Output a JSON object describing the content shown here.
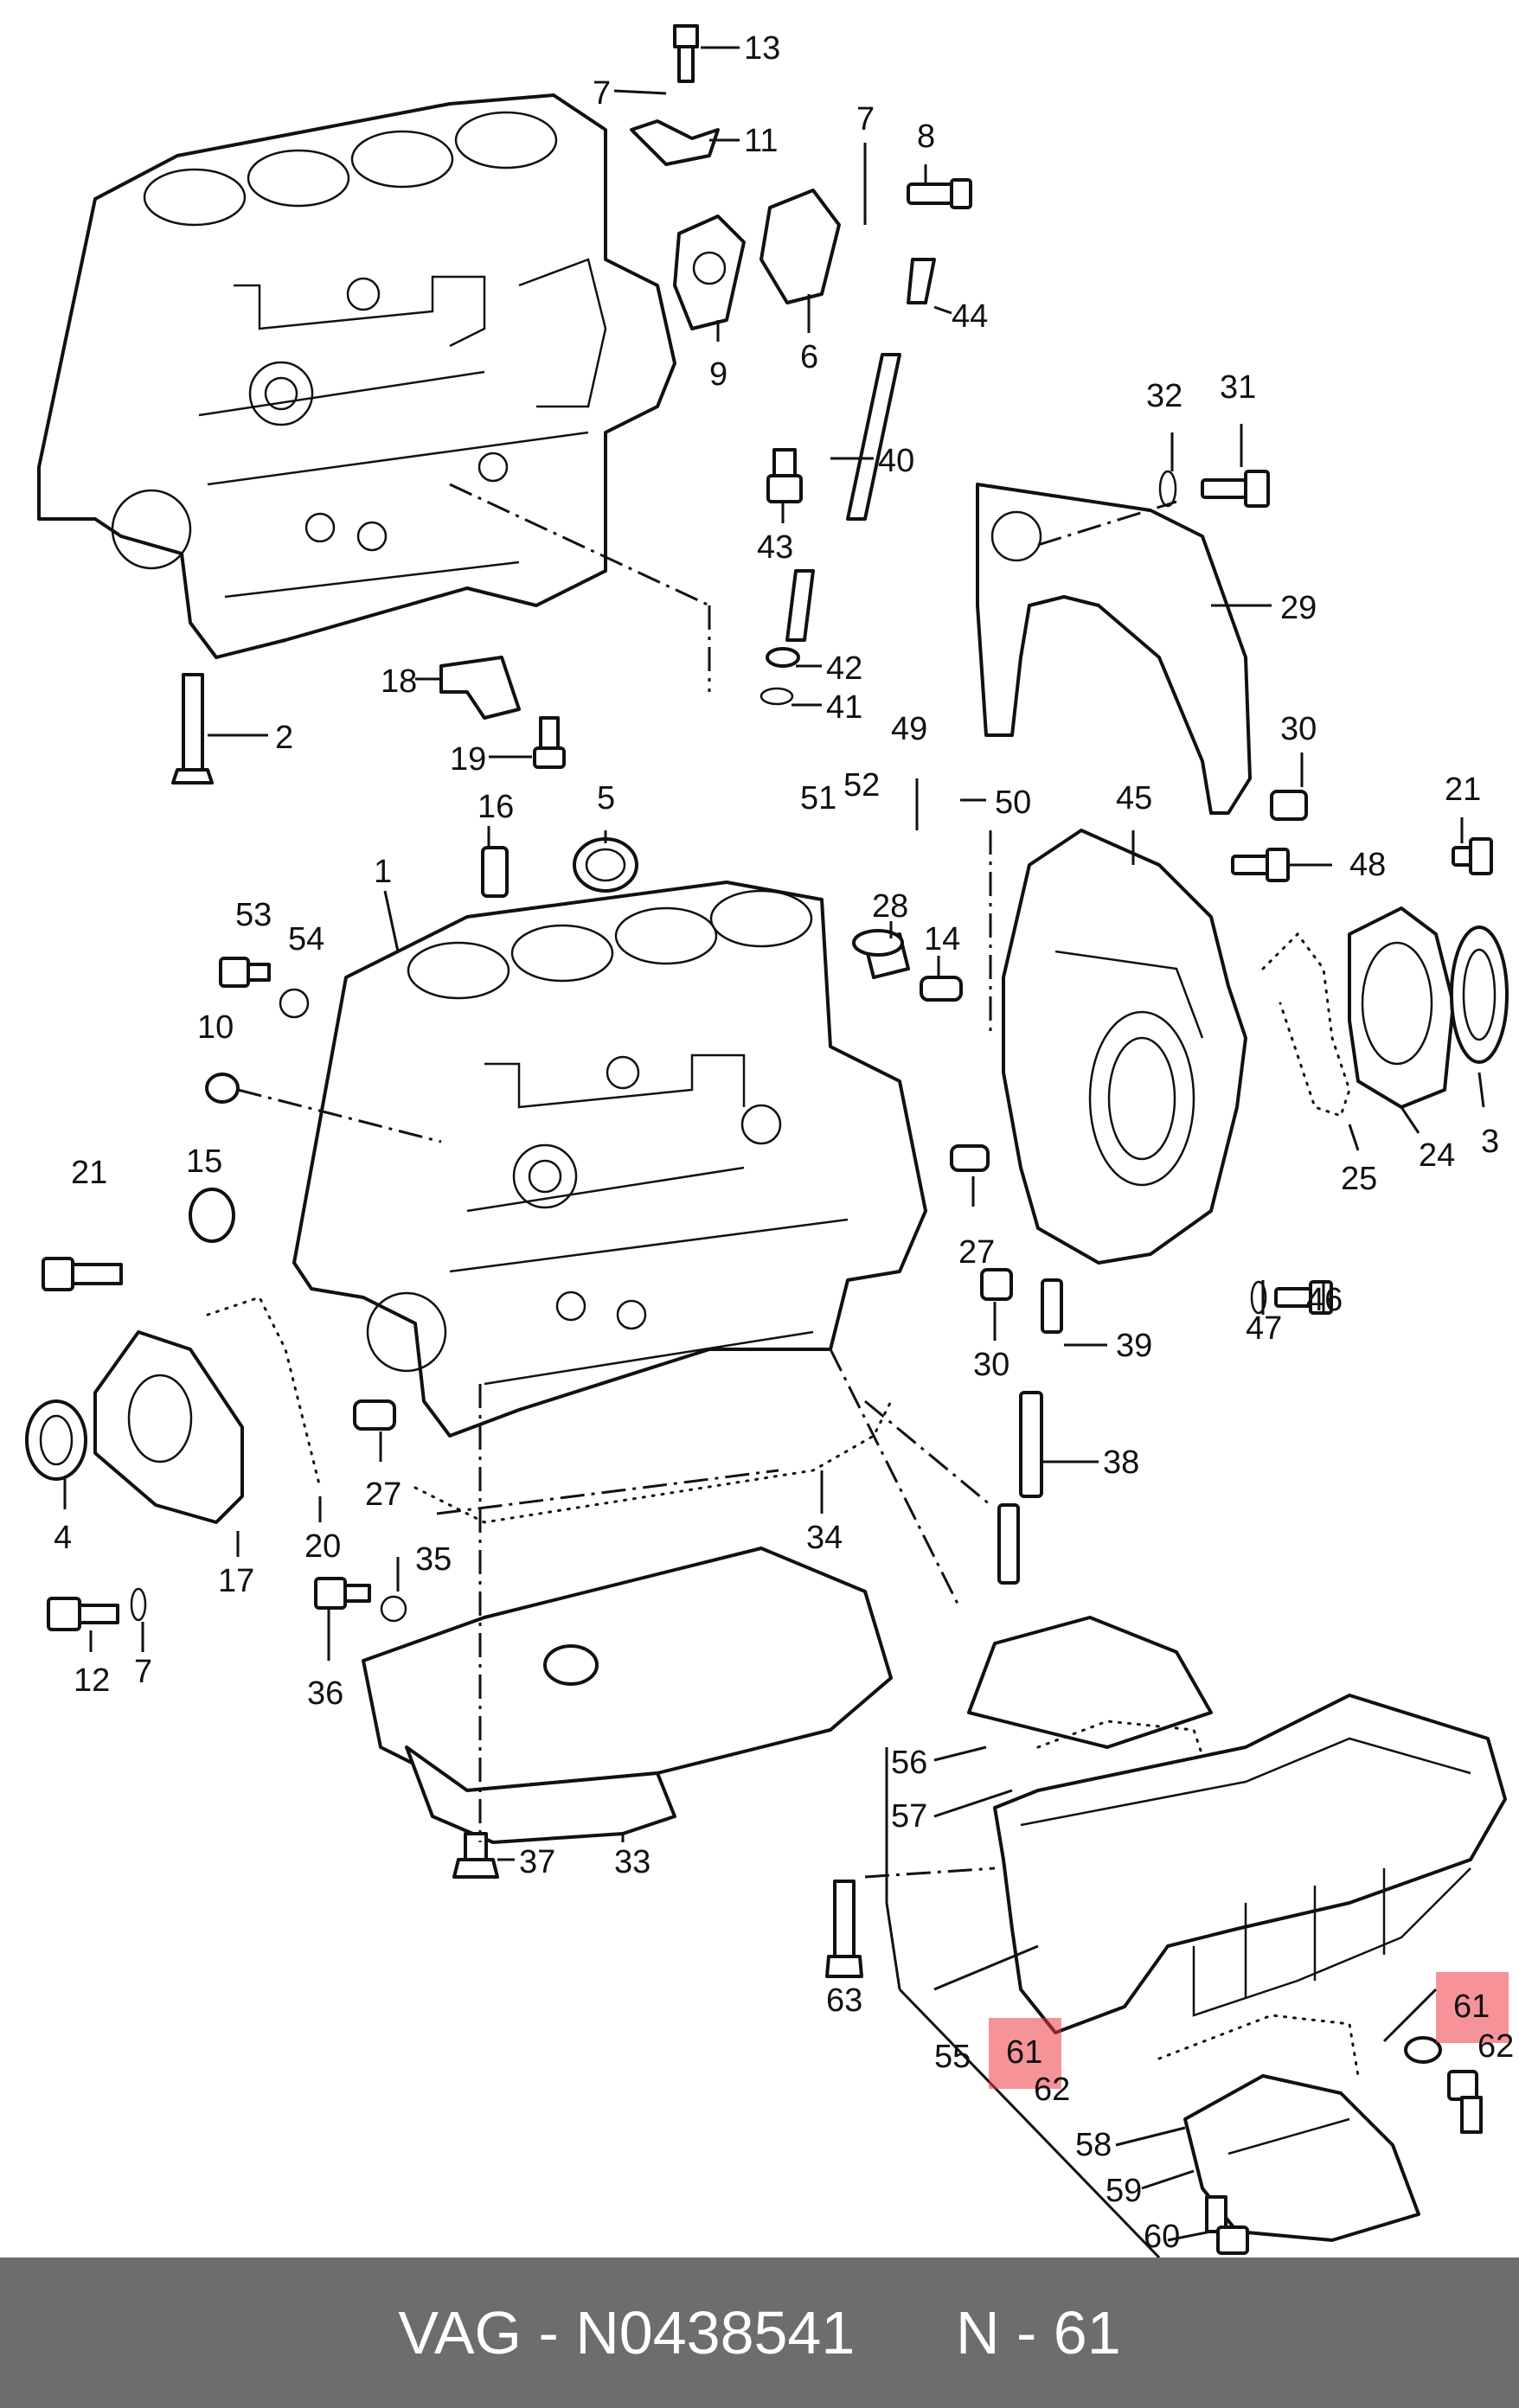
{
  "diagram": {
    "callouts": [
      {
        "id": "13",
        "label": "13"
      },
      {
        "id": "7a",
        "label": "7"
      },
      {
        "id": "11",
        "label": "11"
      },
      {
        "id": "7b",
        "label": "7"
      },
      {
        "id": "8",
        "label": "8"
      },
      {
        "id": "9",
        "label": "9"
      },
      {
        "id": "6",
        "label": "6"
      },
      {
        "id": "44",
        "label": "44"
      },
      {
        "id": "40",
        "label": "40"
      },
      {
        "id": "43",
        "label": "43"
      },
      {
        "id": "42",
        "label": "42"
      },
      {
        "id": "41",
        "label": "41"
      },
      {
        "id": "2",
        "label": "2"
      },
      {
        "id": "18",
        "label": "18"
      },
      {
        "id": "19",
        "label": "19"
      },
      {
        "id": "32",
        "label": "32"
      },
      {
        "id": "31",
        "label": "31"
      },
      {
        "id": "29",
        "label": "29"
      },
      {
        "id": "30a",
        "label": "30"
      },
      {
        "id": "49",
        "label": "49"
      },
      {
        "id": "51",
        "label": "51"
      },
      {
        "id": "52",
        "label": "52"
      },
      {
        "id": "50",
        "label": "50"
      },
      {
        "id": "45",
        "label": "45"
      },
      {
        "id": "48",
        "label": "48"
      },
      {
        "id": "21a",
        "label": "21"
      },
      {
        "id": "16",
        "label": "16"
      },
      {
        "id": "5",
        "label": "5"
      },
      {
        "id": "1",
        "label": "1"
      },
      {
        "id": "28",
        "label": "28"
      },
      {
        "id": "14",
        "label": "14"
      },
      {
        "id": "53",
        "label": "53"
      },
      {
        "id": "54",
        "label": "54"
      },
      {
        "id": "10",
        "label": "10"
      },
      {
        "id": "15",
        "label": "15"
      },
      {
        "id": "21b",
        "label": "21"
      },
      {
        "id": "24",
        "label": "24"
      },
      {
        "id": "3",
        "label": "3"
      },
      {
        "id": "25",
        "label": "25"
      },
      {
        "id": "46",
        "label": "46"
      },
      {
        "id": "47",
        "label": "47"
      },
      {
        "id": "27a",
        "label": "27"
      },
      {
        "id": "30b",
        "label": "30"
      },
      {
        "id": "39",
        "label": "39"
      },
      {
        "id": "38",
        "label": "38"
      },
      {
        "id": "4",
        "label": "4"
      },
      {
        "id": "17",
        "label": "17"
      },
      {
        "id": "20",
        "label": "20"
      },
      {
        "id": "27b",
        "label": "27"
      },
      {
        "id": "34",
        "label": "34"
      },
      {
        "id": "35",
        "label": "35"
      },
      {
        "id": "12",
        "label": "12"
      },
      {
        "id": "7c",
        "label": "7"
      },
      {
        "id": "36",
        "label": "36"
      },
      {
        "id": "37",
        "label": "37"
      },
      {
        "id": "33",
        "label": "33"
      },
      {
        "id": "56",
        "label": "56"
      },
      {
        "id": "57",
        "label": "57"
      },
      {
        "id": "63",
        "label": "63"
      },
      {
        "id": "55",
        "label": "55"
      },
      {
        "id": "61a",
        "label": "61"
      },
      {
        "id": "62a",
        "label": "62"
      },
      {
        "id": "61b",
        "label": "61"
      },
      {
        "id": "62b",
        "label": "62"
      },
      {
        "id": "58",
        "label": "58"
      },
      {
        "id": "59",
        "label": "59"
      },
      {
        "id": "60",
        "label": "60"
      }
    ],
    "highlighted_part": "61"
  },
  "footer": {
    "brand": "VAG",
    "part_number": "N0438541",
    "position_text": "N - 61"
  },
  "colors": {
    "highlight": "#ee3a43",
    "footer_bg": "#6d6d6d",
    "footer_text": "#ffffff",
    "line": "#111111"
  }
}
